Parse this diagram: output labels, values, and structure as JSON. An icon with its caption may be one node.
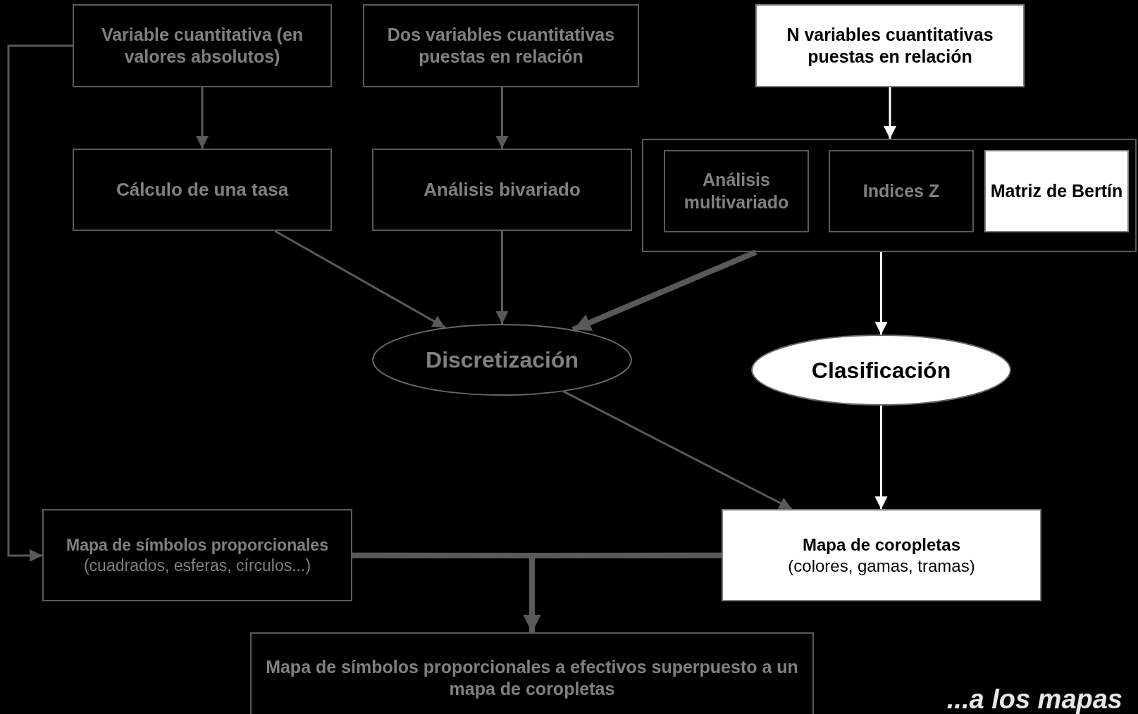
{
  "diagram": {
    "nodes": [
      {
        "text": [
          "Variable cuantitativa (en valores absolutos)"
        ]
      },
      {
        "text": [
          "Dos variables cuantitativas puestas en relación"
        ]
      },
      {
        "text": [
          "N variables cuantitativas puestas en relación"
        ]
      },
      {
        "text": [
          "Cálculo de una tasa"
        ]
      },
      {
        "text": [
          "Análisis bivariado"
        ]
      },
      {
        "text": [],
        "shape": "box"
      },
      {
        "text": [
          "Análisis multivariado"
        ],
        "in": 5
      },
      {
        "text": [
          "Indices Z"
        ],
        "in": 5
      },
      {
        "text": [
          "Matriz de Bertín"
        ],
        "in": 5
      },
      {
        "text": [
          "Discretización"
        ]
      },
      {
        "text": [
          "Clasificación"
        ]
      },
      {
        "text": [
          "Mapa de símbolos proporcionales",
          "(cuadrados, esferas, círculos...)"
        ]
      },
      {
        "text": [
          "Mapa de coropletas",
          "(colores, gamas, tramas)"
        ]
      },
      {
        "text": [
          "Mapa de símbolos proporcionales a efectivos superpuesto a un mapa de coropletas"
        ]
      }
    ],
    "edges": [
      {
        "from": 0,
        "to": 3,
        "arrow": "to"
      },
      {
        "from": 1,
        "to": 4,
        "arrow": "to"
      },
      {
        "from": 2,
        "to": 5,
        "arrow": "to",
        "color": "#ffffff"
      },
      {
        "from": 3,
        "to": 9,
        "arrow": "to"
      },
      {
        "from": 4,
        "to": 9,
        "arrow": "to"
      },
      {
        "from": 5,
        "to": 9,
        "arrow": "to",
        "style": "thick"
      },
      {
        "from": 5,
        "to": 10,
        "arrow": "to",
        "color": "#ffffff"
      },
      {
        "from": 9,
        "to": 12,
        "arrow": "to"
      },
      {
        "from": 10,
        "to": 12,
        "arrow": "to",
        "color": "#ffffff"
      },
      {
        "from": 0,
        "to": 11,
        "arrow": "to"
      },
      {
        "from": 11,
        "to": 13,
        "arrow": "to",
        "style": "thick"
      },
      {
        "from": 12,
        "to": 13,
        "arrow": "to",
        "style": "thick"
      }
    ],
    "labels": [
      "...a los mapas"
    ]
  }
}
